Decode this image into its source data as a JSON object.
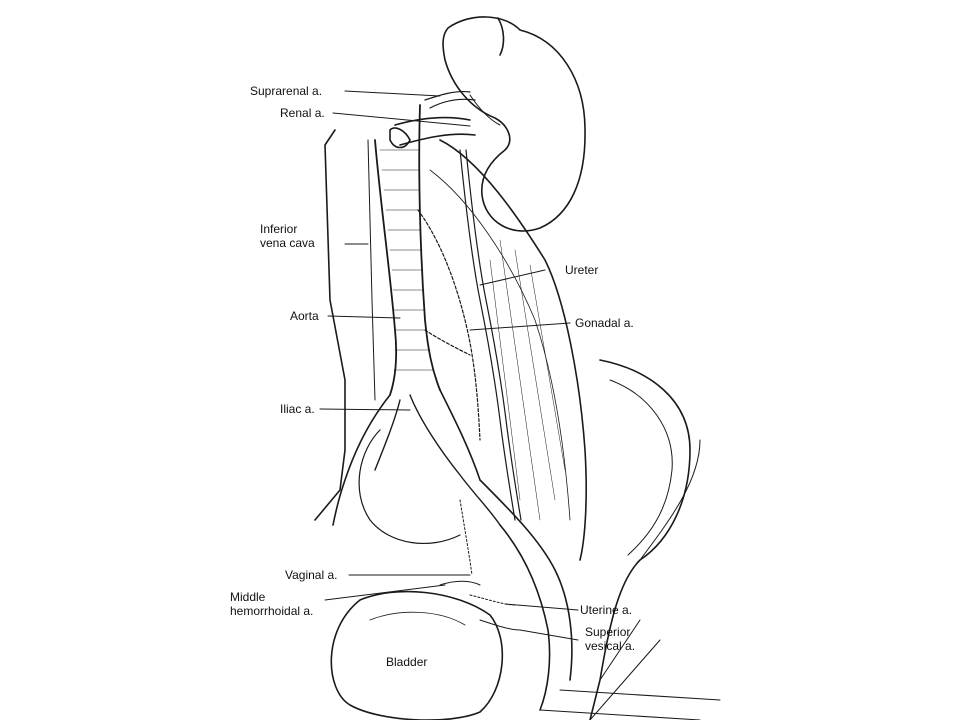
{
  "labels": {
    "suprarenal": "Suprarenal a.",
    "renal": "Renal a.",
    "ivc_line1": "Inferior",
    "ivc_line2": "vena cava",
    "aorta": "Aorta",
    "iliac": "Iliac a.",
    "ureter": "Ureter",
    "gonadal": "Gonadal a.",
    "vaginal": "Vaginal a.",
    "middle_line1": "Middle",
    "middle_line2": "hemorrhoidal a.",
    "uterine": "Uterine a.",
    "superior_line1": "Superior",
    "superior_line2": "vesical a.",
    "bladder": "Bladder"
  },
  "colors": {
    "ink": "#1a1a1a",
    "background": "#ffffff"
  }
}
